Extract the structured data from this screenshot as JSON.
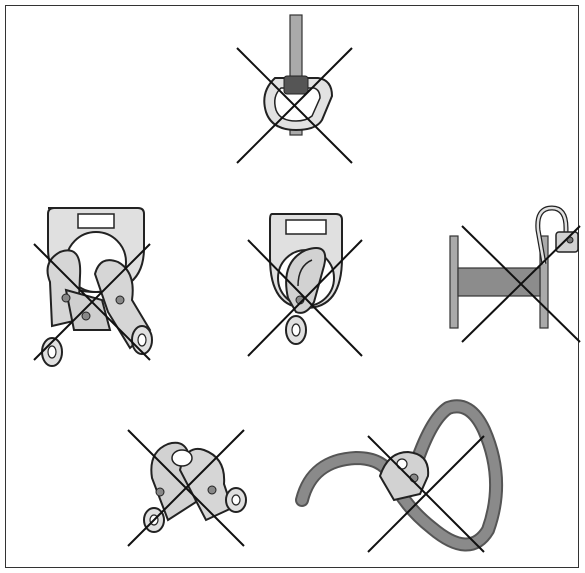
{
  "figure": {
    "panels": [
      {
        "id": "carabiner-loaded-on-bar",
        "verdict": "incorrect"
      },
      {
        "id": "multiple-hooks-on-d-ring",
        "verdict": "incorrect"
      },
      {
        "id": "hook-through-d-ring",
        "verdict": "incorrect"
      },
      {
        "id": "hook-on-i-beam-flange",
        "verdict": "incorrect"
      },
      {
        "id": "two-hooks-interlocked",
        "verdict": "incorrect"
      },
      {
        "id": "hook-on-rope-loop",
        "verdict": "incorrect"
      }
    ]
  },
  "colors": {
    "stroke": "#222222",
    "metal_fill": "#d6d6d6",
    "metal_dark": "#9a9a9a",
    "rope": "#808080",
    "beam": "#8c8c8c",
    "cross": "#111111"
  }
}
